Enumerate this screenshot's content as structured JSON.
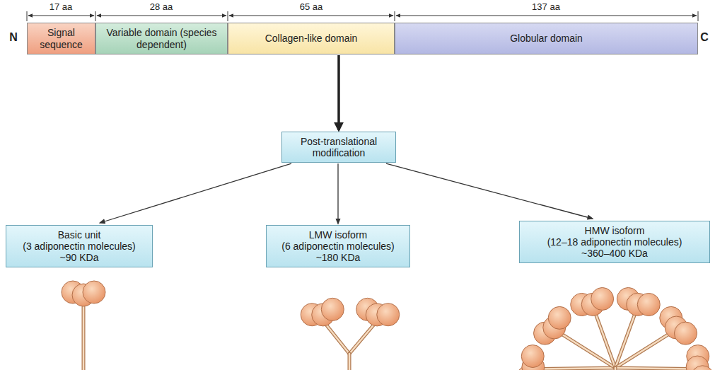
{
  "diagram": {
    "nodes": [
      {
        "text": [
          "Signal sequence"
        ]
      },
      {
        "text": [
          "Variable domain (species dependent)"
        ]
      },
      {
        "text": [
          "Collagen-like domain"
        ]
      },
      {
        "text": [
          "Globular domain"
        ]
      },
      {
        "text": [
          "Post-translational modification"
        ]
      },
      {
        "text": [
          "Basic unit",
          "(3 adiponectin molecules)",
          "~90 KDa"
        ]
      },
      {
        "text": [
          "LMW isoform",
          "(6 adiponectin molecules)",
          "~180 KDa"
        ]
      },
      {
        "text": [
          "HMW isoform",
          "(12–18 adiponectin molecules)",
          "~360–400 KDa"
        ]
      }
    ],
    "edges": [
      {
        "from": 2,
        "to": 4,
        "arrow": "to"
      },
      {
        "from": 4,
        "to": 5,
        "arrow": "to"
      },
      {
        "from": 4,
        "to": 6,
        "arrow": "to"
      },
      {
        "from": 4,
        "to": 7,
        "arrow": "to"
      }
    ],
    "labels": [
      "17 aa",
      "28 aa",
      "65 aa",
      "137 aa",
      "N",
      "C"
    ]
  }
}
